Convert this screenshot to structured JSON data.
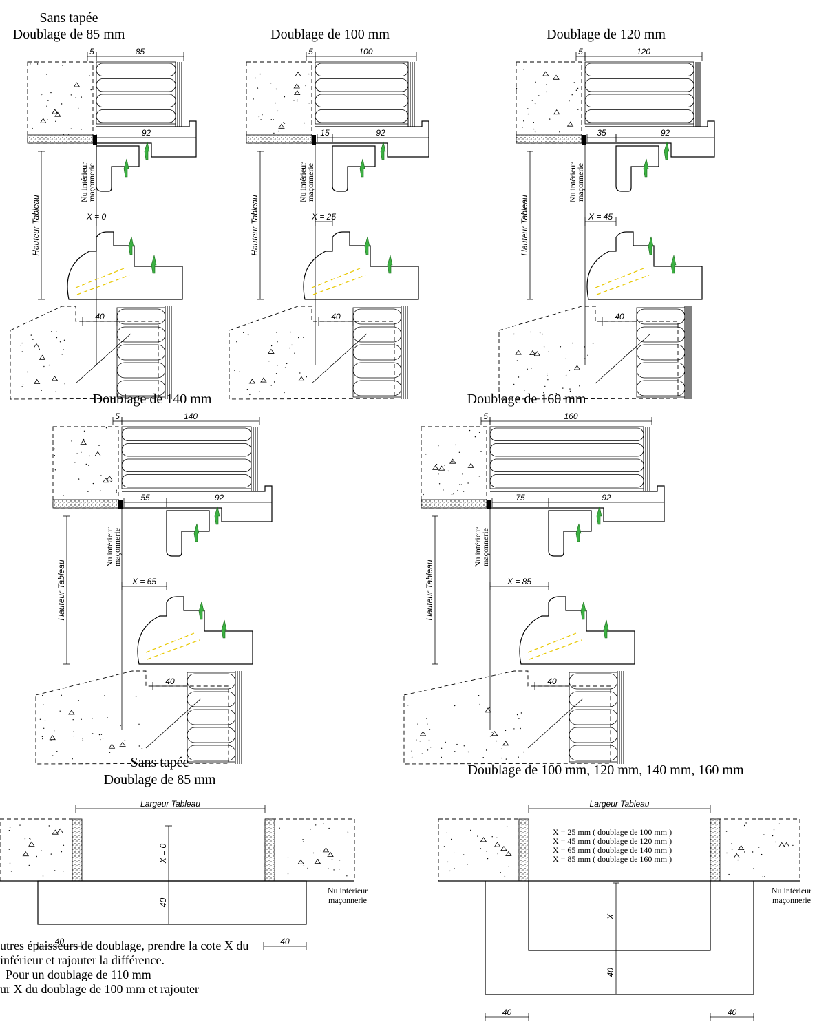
{
  "panels": [
    {
      "title_line1": "Sans tapée",
      "title_line2": "Doublage de 85 mm",
      "dim_5": "5",
      "dim_thickness": "85",
      "dim_92": "92",
      "dim_gap": "",
      "x_label": "X = 0",
      "height_label": "Hauteur Tableau",
      "nu_line1": "Nu intérieur",
      "nu_line2": "maçonnerie",
      "dim_40": "40"
    },
    {
      "title_line1": "",
      "title_line2": "Doublage de 100 mm",
      "dim_5": "5",
      "dim_thickness": "100",
      "dim_92": "92",
      "dim_gap": "15",
      "x_label": "X = 25",
      "height_label": "Hauteur Tableau",
      "nu_line1": "Nu intérieur",
      "nu_line2": "maçonnerie",
      "dim_40": "40"
    },
    {
      "title_line1": "",
      "title_line2": "Doublage de 120 mm",
      "dim_5": "5",
      "dim_thickness": "120",
      "dim_92": "92",
      "dim_gap": "35",
      "x_label": "X = 45",
      "height_label": "Hauteur Tableau",
      "nu_line1": "Nu intérieur",
      "nu_line2": "maçonnerie",
      "dim_40": "40"
    },
    {
      "title_line1": "",
      "title_line2": "Doublage de 140 mm",
      "dim_5": "5",
      "dim_thickness": "140",
      "dim_92": "92",
      "dim_gap": "55",
      "x_label": "X = 65",
      "height_label": "Hauteur Tableau",
      "nu_line1": "Nu intérieur",
      "nu_line2": "maçonnerie",
      "dim_40": "40"
    },
    {
      "title_line1": "",
      "title_line2": "Doublage de 160 mm",
      "dim_5": "5",
      "dim_thickness": "160",
      "dim_92": "92",
      "dim_gap": "75",
      "x_label": "X = 85",
      "height_label": "Hauteur Tableau",
      "nu_line1": "Nu intérieur",
      "nu_line2": "maçonnerie",
      "dim_40": "40"
    }
  ],
  "plans": {
    "left": {
      "title_line1": "Sans tapée",
      "title_line2": "Doublage de 85 mm",
      "width_label": "Largeur Tableau",
      "x_label": "X = 0",
      "dim_40": "40",
      "nu_line1": "Nu intérieur",
      "nu_line2": "maçonnerie"
    },
    "right": {
      "title": "Doublage de 100 mm, 120 mm, 140 mm, 160 mm",
      "width_label": "Largeur Tableau",
      "x_label": "X",
      "dim_40": "40",
      "nu_line1": "Nu intérieur",
      "nu_line2": "maçonnerie",
      "x_values": [
        "X = 25 mm ( doublage de 100 mm )",
        "X = 45 mm ( doublage de 120 mm )",
        "X = 65 mm ( doublage de 140 mm )",
        "X = 85 mm ( doublage de 160 mm )"
      ]
    }
  },
  "note": {
    "line1": "utres épaisseurs de doublage, prendre la cote X du",
    "line2": "inférieur et rajouter la différence.",
    "line3": "Pour un doublage de 110 mm",
    "line4": "ur X du doublage de 100 mm et rajouter"
  },
  "colors": {
    "line": "#000000",
    "gasket": "#3cb043",
    "yellow": "#e8c800",
    "concrete_dot": "#000000"
  }
}
